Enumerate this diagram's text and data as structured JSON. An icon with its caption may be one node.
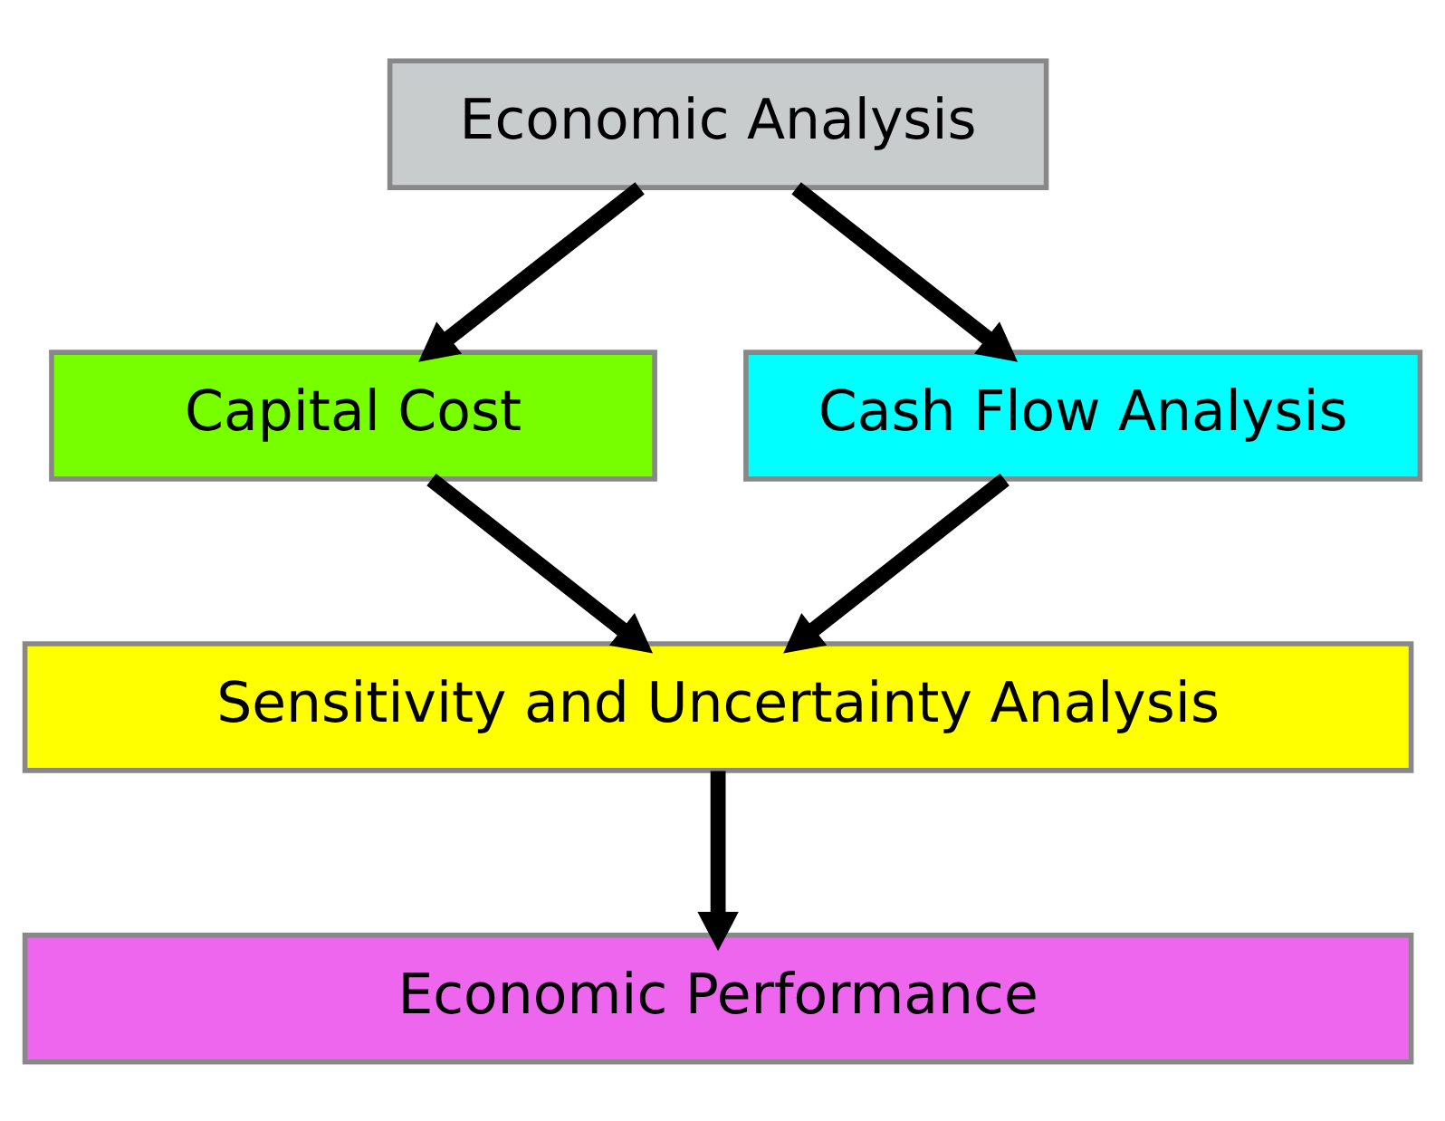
{
  "diagram": {
    "nodes": [
      {
        "text": [
          "Economic Analysis"
        ]
      },
      {
        "text": [
          "Capital Cost"
        ]
      },
      {
        "text": [
          "Cash Flow Analysis"
        ]
      },
      {
        "text": [
          "Sensitivity and Uncertainty Analysis"
        ]
      },
      {
        "text": [
          "Economic Performance"
        ]
      }
    ],
    "edges": [
      {
        "from": 0,
        "to": 1,
        "arrow": "to"
      },
      {
        "from": 0,
        "to": 2,
        "arrow": "to"
      },
      {
        "from": 1,
        "to": 3,
        "arrow": "to"
      },
      {
        "from": 2,
        "to": 3,
        "arrow": "to"
      },
      {
        "from": 3,
        "to": 4,
        "arrow": "to"
      }
    ]
  }
}
